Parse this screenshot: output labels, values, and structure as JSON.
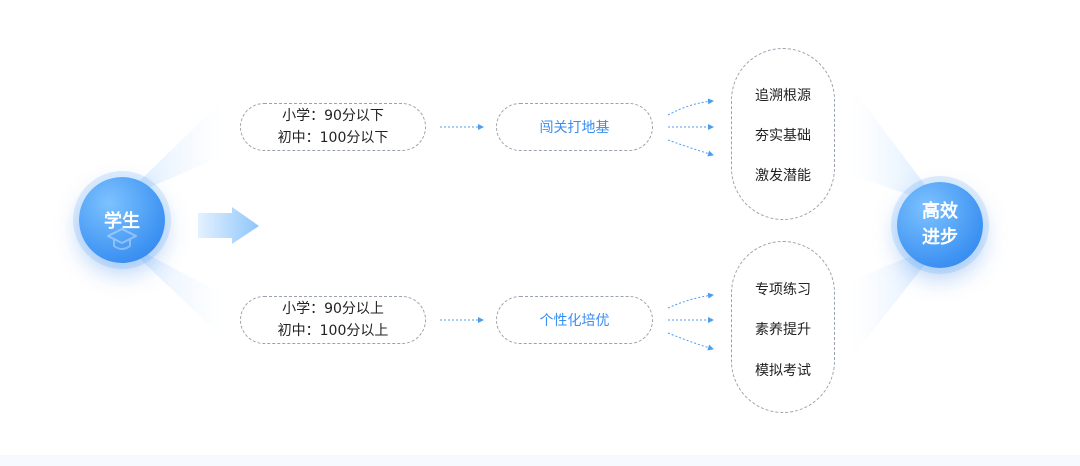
{
  "start": {
    "label": "学生",
    "icon": "graduation-cap-icon"
  },
  "end": {
    "line1": "高效",
    "line2": "进步"
  },
  "branches": [
    {
      "criteria": [
        "小学：90分以下",
        "初中：100分以下"
      ],
      "track": "闯关打地基",
      "outcomes": [
        "追溯根源",
        "夯实基础",
        "激发潜能"
      ]
    },
    {
      "criteria": [
        "小学：90分以上",
        "初中：100分以上"
      ],
      "track": "个性化培优",
      "outcomes": [
        "专项练习",
        "素养提升",
        "模拟考试"
      ]
    }
  ],
  "colors": {
    "accent": "#3a8ef0",
    "circle": "#3d92f2",
    "dashed_border": "#9aa3ad"
  }
}
